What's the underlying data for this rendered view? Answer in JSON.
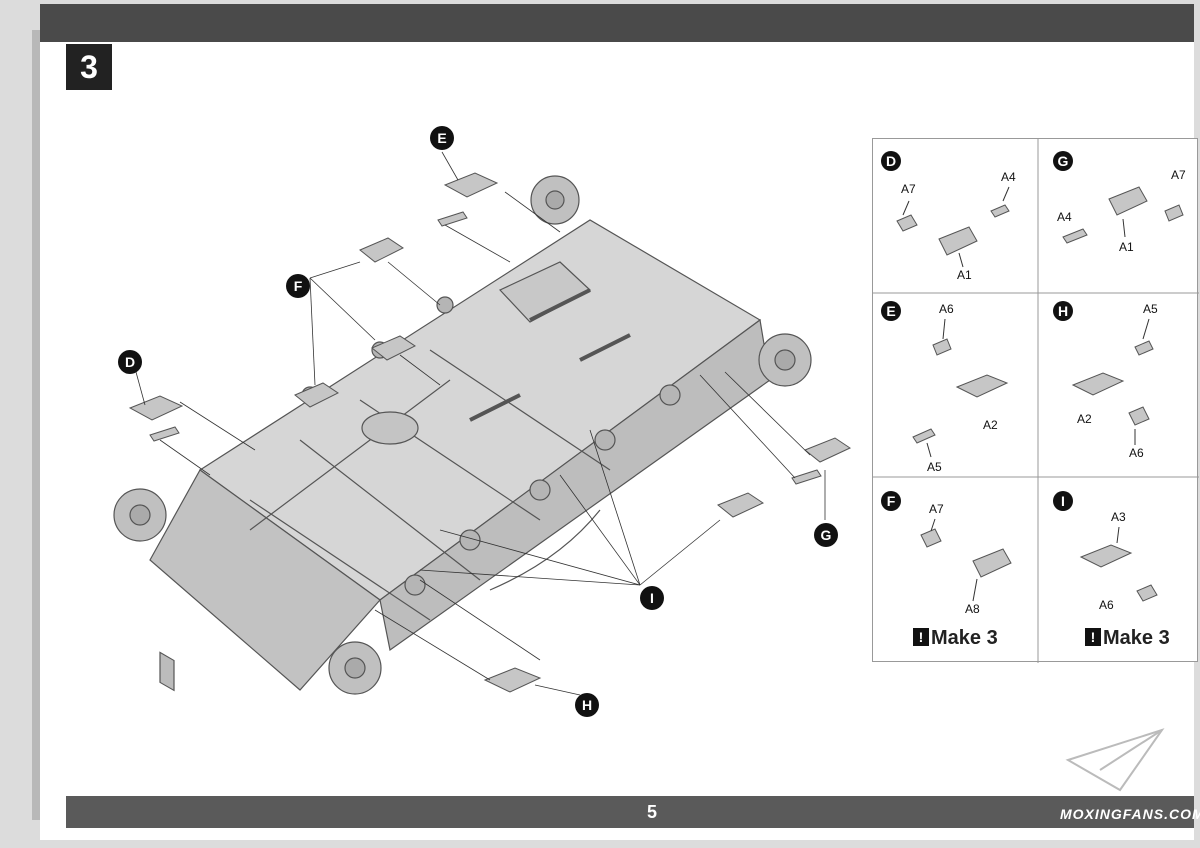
{
  "step": {
    "number": "3"
  },
  "page": {
    "number": "5"
  },
  "main": {
    "callouts": [
      "E",
      "F",
      "D",
      "G",
      "I",
      "H"
    ]
  },
  "details": [
    {
      "letter": "D",
      "parts": [
        "A7",
        "A4",
        "A1"
      ]
    },
    {
      "letter": "G",
      "parts": [
        "A7",
        "A4",
        "A1"
      ]
    },
    {
      "letter": "E",
      "parts": [
        "A6",
        "A2",
        "A5"
      ]
    },
    {
      "letter": "H",
      "parts": [
        "A5",
        "A2",
        "A6"
      ]
    },
    {
      "letter": "F",
      "parts": [
        "A7",
        "A8"
      ]
    },
    {
      "letter": "I",
      "parts": [
        "A3",
        "A6"
      ]
    }
  ],
  "make": {
    "left": "Make 3",
    "right": "Make 3",
    "icon": "!"
  },
  "watermark": {
    "text": "MOXINGFANS.COM"
  },
  "colors": {
    "bars": "#4a4a4a",
    "ink": "#111111"
  }
}
